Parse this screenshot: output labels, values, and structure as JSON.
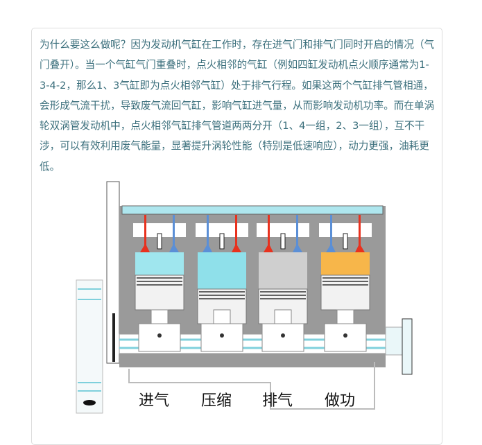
{
  "article": {
    "lines": [
      "为什么要这么做呢？因为发动机气缸在工作时，存在进气门和排气门同时开启的情况（气",
      "门叠开）。当一个气缸气门重叠时，点火相邻的气缸（例如四缸发动机点火顺序通常为1-",
      "3-4-2，那么1、3气缸即为点火相邻气缸）处于排气行程。如果这两个气缸排气管相通，",
      "会形成气流干扰，导致废气流回气缸，影响气缸进气量，从而影响发动机功率。而在单涡",
      "轮双涡管发动机中，点火相邻气缸排气管道两两分开（1、4一组，2、3一组），互不干",
      "涉，可以有效利用废气能量，显著提升涡轮性能（特别是低速响应），动力更强，油耗更",
      "低。"
    ]
  },
  "figure": {
    "strokes": [
      {
        "label": "进气",
        "chamber_color": "#9fe6ee",
        "intake_valve_color": "#e8311e",
        "exhaust_valve_color": "#5b8fd6"
      },
      {
        "label": "压缩",
        "chamber_color": "#8fe0ea",
        "intake_valve_color": "#5b8fd6",
        "exhaust_valve_color": "#e8311e"
      },
      {
        "label": "排气",
        "chamber_color": "#cfcfcf",
        "intake_valve_color": "#e8311e",
        "exhaust_valve_color": "#5b8fd6"
      },
      {
        "label": "做功",
        "chamber_color": "#f7b64a",
        "intake_valve_color": "#5b8fd6",
        "exhaust_valve_color": "#e8311e"
      }
    ]
  }
}
